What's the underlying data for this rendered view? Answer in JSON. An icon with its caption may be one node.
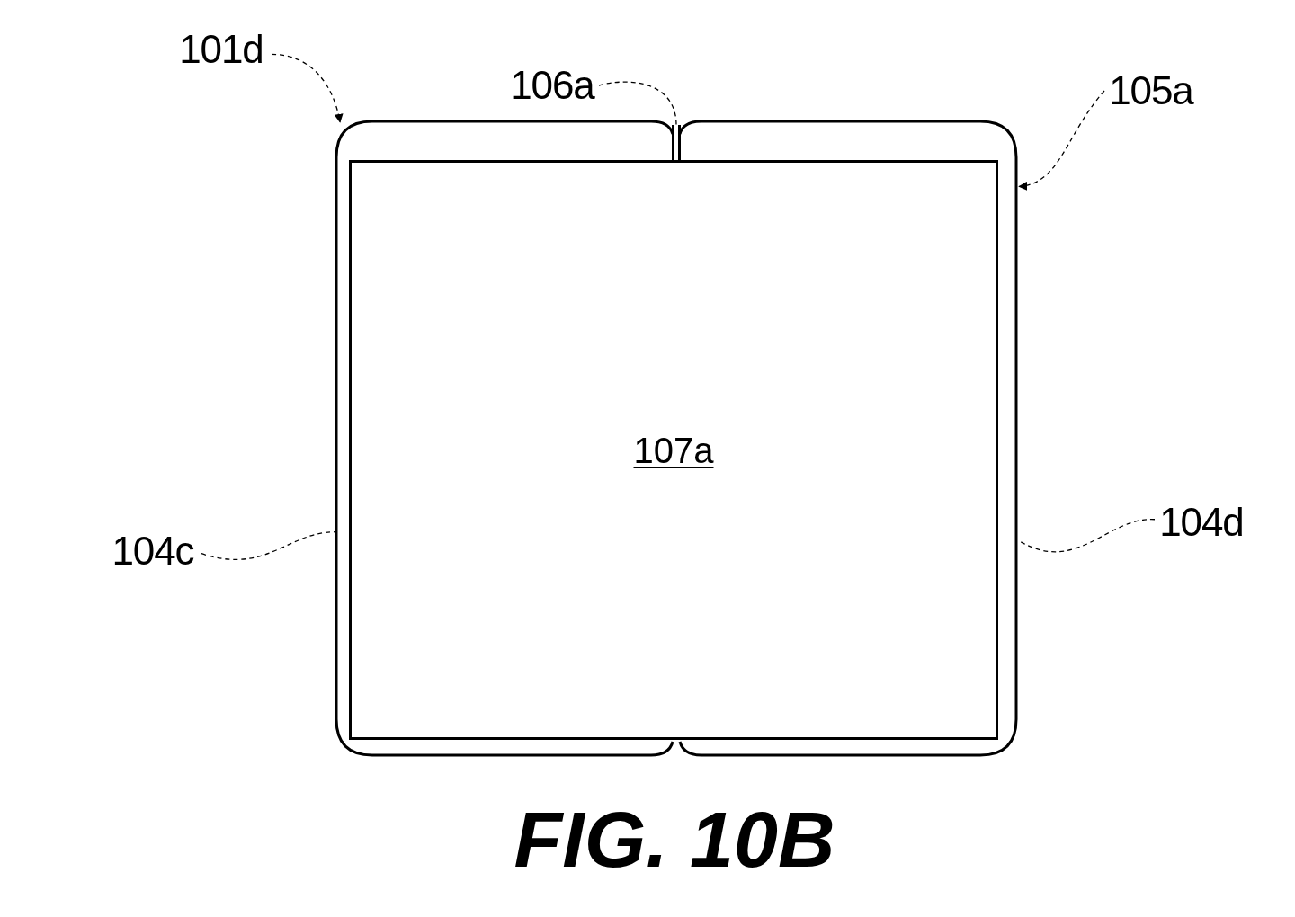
{
  "diagram": {
    "caption": "FIG. 10B",
    "nodes": [
      {
        "text": [
          "101d"
        ]
      },
      {
        "text": [
          "106a"
        ]
      },
      {
        "text": [
          "105a"
        ]
      },
      {
        "text": [
          "104c"
        ]
      },
      {
        "text": [
          "104d"
        ]
      },
      {
        "text": [],
        "shape": "picture"
      },
      {
        "text": [
          "107a"
        ],
        "in": 5
      },
      {
        "text": [],
        "shape": "bar",
        "in": 5
      }
    ],
    "edges": [
      {
        "from": 0,
        "to": 5,
        "arrow": "to",
        "style": "dashed"
      },
      {
        "from": 1,
        "to": 7,
        "arrow": "none",
        "style": "dashed"
      },
      {
        "from": 2,
        "to": 5,
        "arrow": "to",
        "style": "dashed"
      },
      {
        "from": 3,
        "to": 5,
        "arrow": "none",
        "style": "dashed"
      },
      {
        "from": 4,
        "to": 5,
        "arrow": "none",
        "style": "dashed"
      }
    ]
  }
}
